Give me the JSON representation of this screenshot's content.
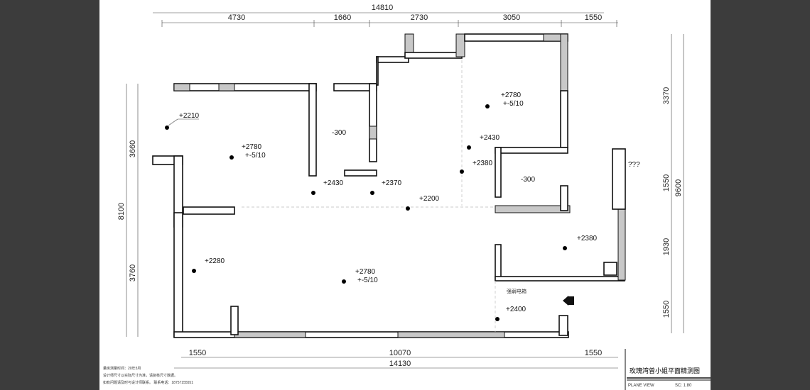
{
  "title": "玫瑰湾曾小姐平面精测图",
  "subtitle_left": "PLANE VIEW",
  "scale": "SC: 1:80",
  "notes": [
    "量房测量时间：20年5月",
    "设计师尺寸以实际尺寸为准，请复核尺寸数据。",
    "如有问题请及时与设计师联系。    联系电话：18757155551"
  ],
  "dims_top": {
    "total": "14810",
    "segments": [
      "4730",
      "1660",
      "2730",
      "3050",
      "1550"
    ]
  },
  "dims_bottom": {
    "total": "14130",
    "segments": [
      "1550",
      "10070",
      "1550"
    ]
  },
  "dims_left": {
    "total": "8100",
    "segments": [
      "3660",
      "3760"
    ]
  },
  "dims_right": {
    "total": "9600",
    "segments": [
      "3370",
      "1550",
      "1930",
      "1550"
    ]
  },
  "annotations": [
    "+2210",
    "+2780",
    "+-5/10",
    "-300",
    "+2780",
    "+-5/10",
    "+2430",
    "+2380",
    "-300",
    "+2430",
    "+2370",
    "+2200",
    "+2280",
    "+2780",
    "+-5/10",
    "+2380",
    "+2400"
  ],
  "unknown_label": "???",
  "cabinet_label": "强弱电箱"
}
